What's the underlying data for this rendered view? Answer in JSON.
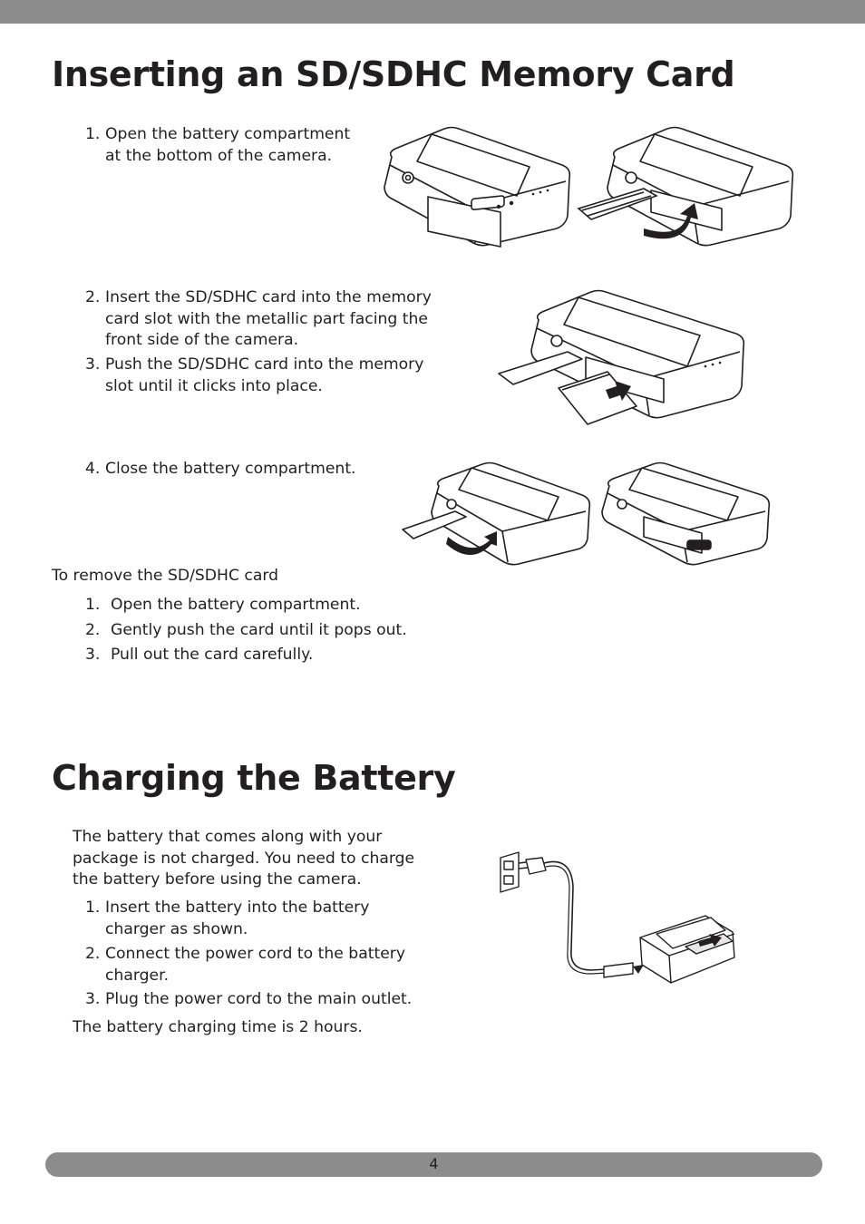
{
  "section1": {
    "title": "Inserting an SD/SDHC Memory Card",
    "steps": [
      {
        "num": "1.",
        "lines": [
          "Open the battery compartment",
          "at the bottom of the camera."
        ]
      },
      {
        "num": "2.",
        "lines": [
          "Insert the SD/SDHC card into the memory",
          "card slot with the metallic part facing the",
          "front side of the camera."
        ]
      },
      {
        "num": "3.",
        "lines": [
          "Push the SD/SDHC card into the memory",
          "slot until it clicks into place."
        ]
      },
      {
        "num": "4.",
        "lines": [
          "Close the battery compartment."
        ]
      }
    ],
    "remove_heading": "To remove the SD/SDHC card",
    "remove_steps": [
      {
        "num": "1.",
        "text": "Open the battery compartment."
      },
      {
        "num": "2.",
        "text": "Gently push the card until it pops out."
      },
      {
        "num": "3.",
        "text": "Pull out the card carefully."
      }
    ]
  },
  "section2": {
    "title": "Charging the Battery",
    "intro": [
      "The battery that comes along with your",
      "package is not charged. You need to charge",
      "the battery before using the camera."
    ],
    "steps": [
      {
        "num": "1.",
        "lines": [
          "Insert the battery into the battery",
          "charger as shown."
        ]
      },
      {
        "num": "2.",
        "lines": [
          "Connect the power cord to the battery",
          "charger."
        ]
      },
      {
        "num": "3.",
        "lines": [
          "Plug the power cord to the main outlet."
        ]
      }
    ],
    "note": "The battery charging time is 2 hours."
  },
  "footer": {
    "page_number": "4"
  },
  "colors": {
    "bar": "#8c8c8c",
    "text": "#231f20"
  },
  "icons": [
    "camera-open-compartment-illustration",
    "camera-insert-card-illustration",
    "camera-close-compartment-illustration",
    "battery-charger-illustration"
  ]
}
